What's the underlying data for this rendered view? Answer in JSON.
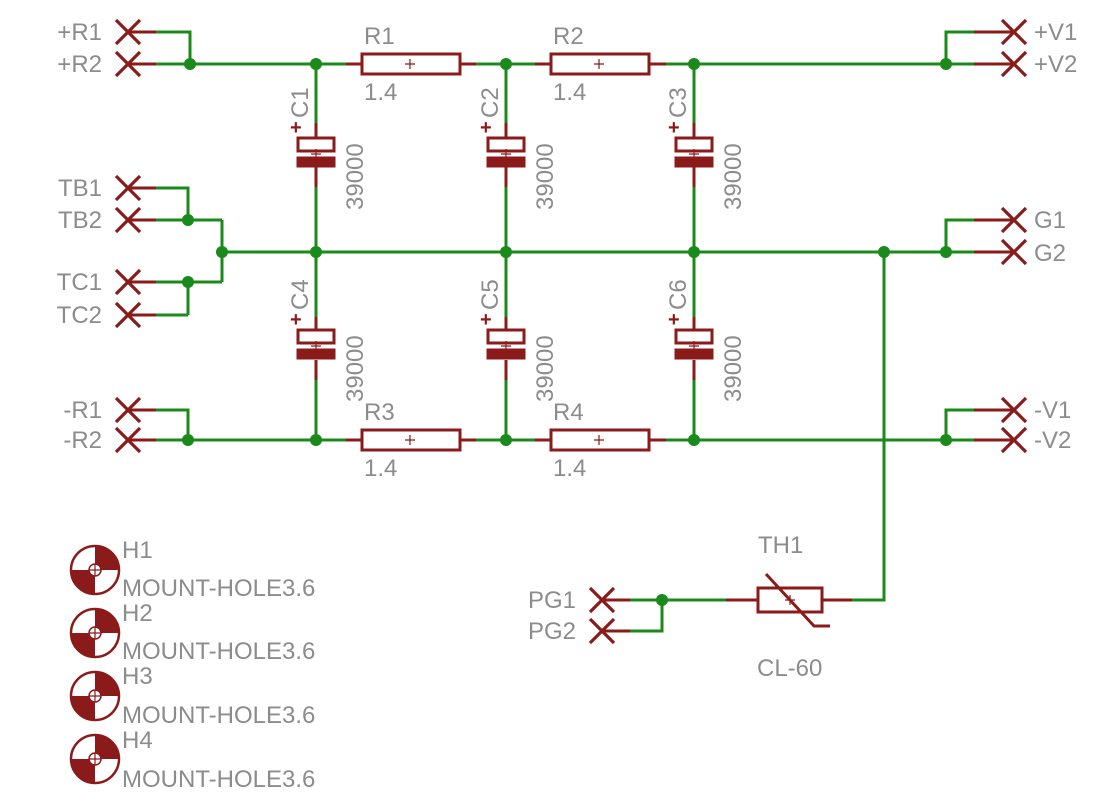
{
  "connectors": [
    {
      "id": "pR1",
      "label": "+R1"
    },
    {
      "id": "pR2",
      "label": "+R2"
    },
    {
      "id": "TB1",
      "label": "TB1"
    },
    {
      "id": "TB2",
      "label": "TB2"
    },
    {
      "id": "TC1",
      "label": "TC1"
    },
    {
      "id": "TC2",
      "label": "TC2"
    },
    {
      "id": "mR1",
      "label": "-R1"
    },
    {
      "id": "mR2",
      "label": "-R2"
    },
    {
      "id": "pV1",
      "label": "+V1"
    },
    {
      "id": "pV2",
      "label": "+V2"
    },
    {
      "id": "G1",
      "label": "G1"
    },
    {
      "id": "G2",
      "label": "G2"
    },
    {
      "id": "mV1",
      "label": "-V1"
    },
    {
      "id": "mV2",
      "label": "-V2"
    },
    {
      "id": "PG1",
      "label": "PG1"
    },
    {
      "id": "PG2",
      "label": "PG2"
    }
  ],
  "resistors": [
    {
      "name": "R1",
      "value": "1.4"
    },
    {
      "name": "R2",
      "value": "1.4"
    },
    {
      "name": "R3",
      "value": "1.4"
    },
    {
      "name": "R4",
      "value": "1.4"
    }
  ],
  "capacitors": [
    {
      "name": "C1",
      "value": "39000",
      "polarity": "+"
    },
    {
      "name": "C2",
      "value": "39000",
      "polarity": "+"
    },
    {
      "name": "C3",
      "value": "39000",
      "polarity": "+"
    },
    {
      "name": "C4",
      "value": "39000",
      "polarity": "+"
    },
    {
      "name": "C5",
      "value": "39000",
      "polarity": "+"
    },
    {
      "name": "C6",
      "value": "39000",
      "polarity": "+"
    }
  ],
  "thermistor": {
    "name": "TH1",
    "value": "CL-60"
  },
  "mount_holes": [
    {
      "name": "H1",
      "value": "MOUNT-HOLE3.6"
    },
    {
      "name": "H2",
      "value": "MOUNT-HOLE3.6"
    },
    {
      "name": "H3",
      "value": "MOUNT-HOLE3.6"
    },
    {
      "name": "H4",
      "value": "MOUNT-HOLE3.6"
    }
  ],
  "colors": {
    "wire": "#1a8a1a",
    "component": "#8b1a1a",
    "text": "#8c8c8c",
    "background": "#ffffff"
  }
}
